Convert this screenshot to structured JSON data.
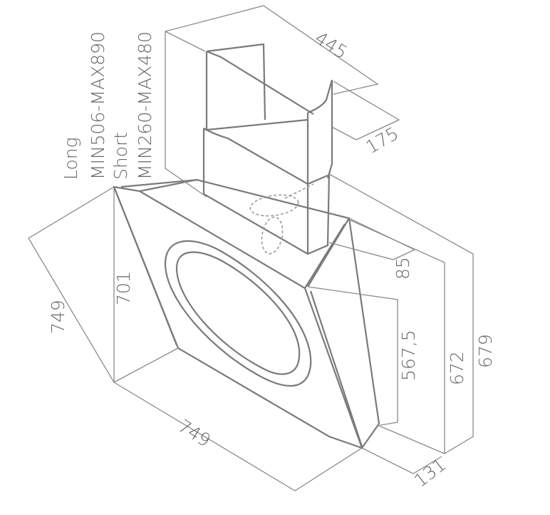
{
  "labels": {
    "long": "Long",
    "long_range": "MIN506-MAX890",
    "short": "Short",
    "short_range": "MIN260-MAX480"
  },
  "dimensions": {
    "d445": "445",
    "d175": "175",
    "d85": "85",
    "d701": "701",
    "d749_left": "749",
    "d749_bottom": "749",
    "d567_5": "567,5",
    "d672": "672",
    "d679": "679",
    "d131": "131"
  }
}
